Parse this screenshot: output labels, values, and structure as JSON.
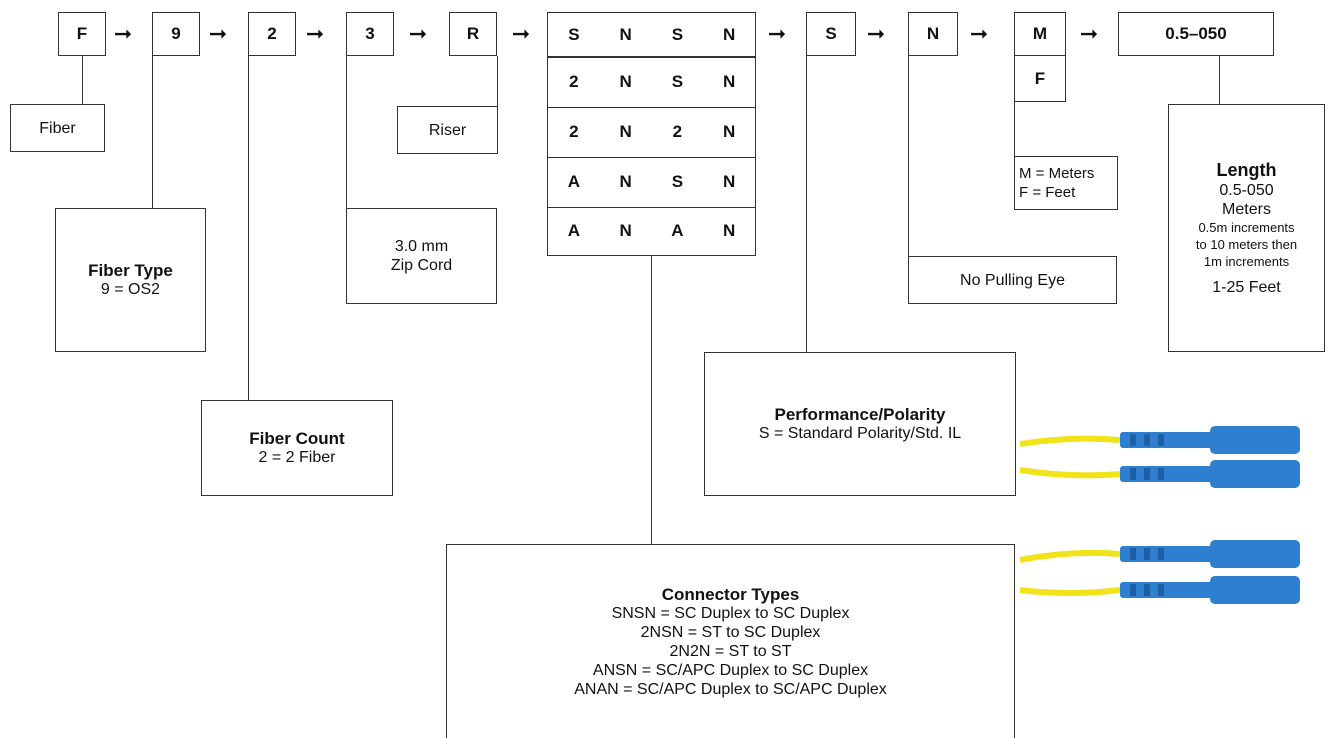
{
  "codes": {
    "fiber": "F",
    "fiber_type": "9",
    "fiber_count": "2",
    "construction": "3",
    "rating": "R",
    "connector_rows": [
      [
        "S",
        "N",
        "S",
        "N"
      ],
      [
        "2",
        "N",
        "S",
        "N"
      ],
      [
        "2",
        "N",
        "2",
        "N"
      ],
      [
        "A",
        "N",
        "S",
        "N"
      ],
      [
        "A",
        "N",
        "A",
        "N"
      ]
    ],
    "performance": "S",
    "pulling_eye": "N",
    "unit_m": "M",
    "unit_f": "F",
    "length": "0.5–050"
  },
  "arrow_glyph": "➞",
  "labels": {
    "fiber": "Fiber",
    "riser": "Riser",
    "fiber_type_title": "Fiber Type",
    "fiber_type_value": "9 = OS2",
    "cord_line1": "3.0 mm",
    "cord_line2": "Zip Cord",
    "fiber_count_title": "Fiber Count",
    "fiber_count_value": "2 = 2 Fiber",
    "units_m": "M = Meters",
    "units_f": "F = Feet",
    "no_pulling_eye": "No Pulling Eye",
    "performance_title": "Performance/Polarity",
    "performance_value": "S = Standard Polarity/Std. IL",
    "length_title": "Length",
    "length_line1": "0.5-050",
    "length_line2": "Meters",
    "length_small1": "0.5m increments",
    "length_small2": "to 10 meters then",
    "length_small3": "1m increments",
    "length_feet": "1-25 Feet",
    "connector_title": "Connector Types",
    "connector_lines": [
      "SNSN = SC Duplex to SC Duplex",
      "2NSN = ST to SC Duplex",
      "2N2N = ST to ST",
      "ANSN = SC/APC Duplex to SC Duplex",
      "ANAN = SC/APC Duplex to SC/APC Duplex"
    ]
  },
  "colors": {
    "cable": "#f2e21a",
    "connector": "#2f7fd0",
    "connector_dark": "#1f5fa8",
    "line": "#333333"
  },
  "image": {
    "icon": "fiber-patch-cable-image"
  }
}
